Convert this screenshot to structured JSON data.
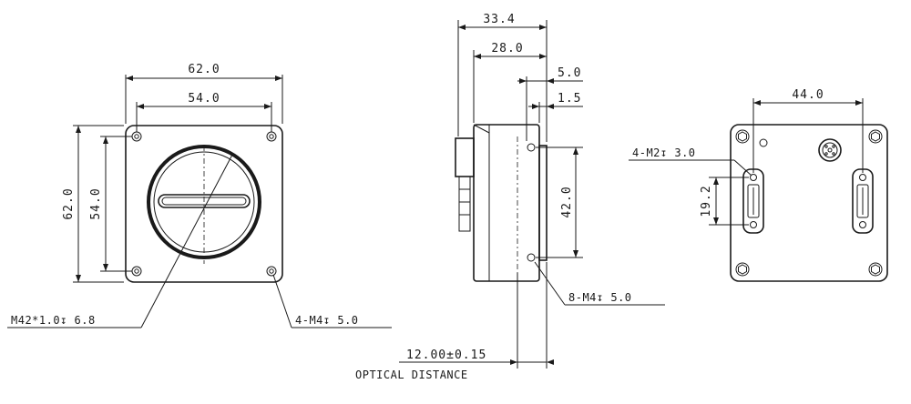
{
  "front_view": {
    "width_outer": "62.0",
    "width_inner": "54.0",
    "height_outer": "62.0",
    "height_inner": "54.0",
    "lens_mount": "M42*1.0↧ 6.8",
    "mount_holes": "4-M4↧ 5.0"
  },
  "side_view": {
    "depth_total": "33.4",
    "depth_body": "28.0",
    "offset_a": "5.0",
    "offset_b": "1.5",
    "hole_spacing": "42.0",
    "side_holes": "8-M4↧ 5.0",
    "optical_value": "12.00±0.15",
    "optical_label": "OPTICAL DISTANCE"
  },
  "rear_view": {
    "connector_spacing": "44.0",
    "connector_holes": "4-M2↧ 3.0",
    "connector_height": "19.2"
  }
}
